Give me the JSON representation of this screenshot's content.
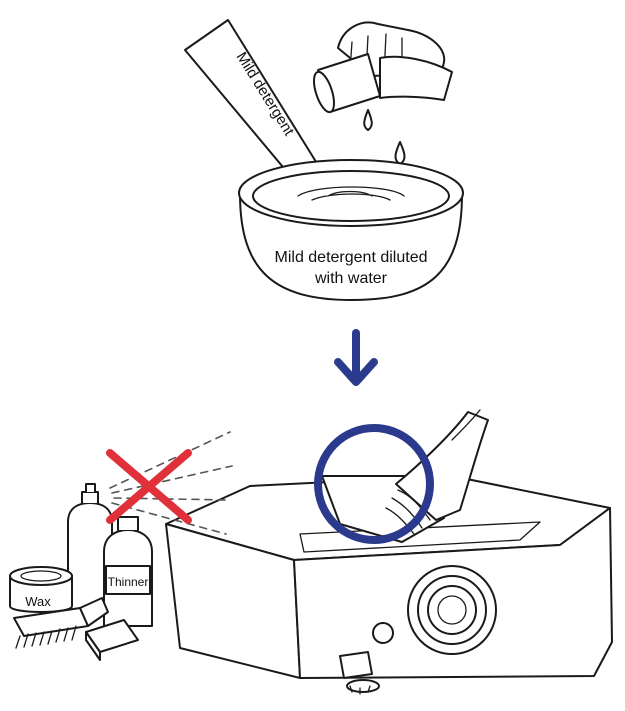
{
  "labels": {
    "bottle": "Mild detergent",
    "basin_line1": "Mild detergent diluted",
    "basin_line2": "with water",
    "wax": "Wax",
    "thinner": "Thinner"
  },
  "colors": {
    "arrow": "#2b3a8c",
    "circle": "#2b3a8c",
    "cross": "#e0303a",
    "outline": "#1a1a1a"
  },
  "icons": {
    "step_arrow": "arrow-down-icon",
    "prohibited": "cross-mark-icon",
    "recommended": "circle-mark-icon"
  }
}
